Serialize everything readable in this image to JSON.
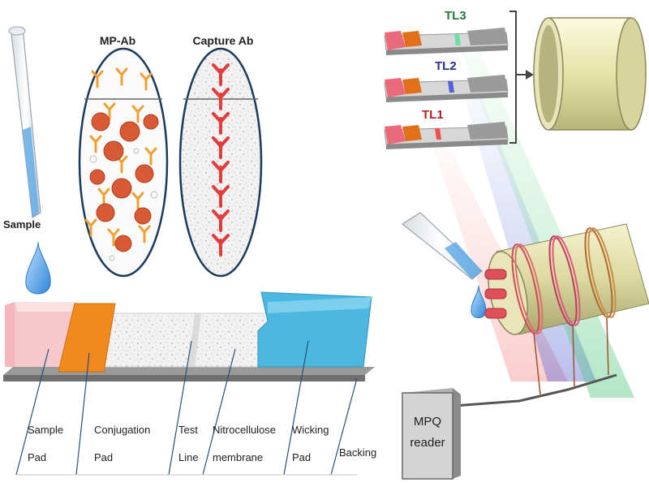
{
  "left": {
    "sample_label": "Sample",
    "circle_left_title": "MP-Ab",
    "circle_right_title": "Capture Ab",
    "parts": [
      {
        "line1": "Sample",
        "line2": "Pad"
      },
      {
        "line1": "Conjugation",
        "line2": "Pad"
      },
      {
        "line1": "Test",
        "line2": "Line"
      },
      {
        "line1": "Nitrocellulose",
        "line2": "membrane"
      },
      {
        "line1": "Wicking",
        "line2": "Pad"
      },
      {
        "line1": "Backing",
        "line2": ""
      }
    ]
  },
  "right": {
    "strips": [
      {
        "label": "TL3",
        "color": "#1f7a3a"
      },
      {
        "label": "TL2",
        "color": "#2a2f8a"
      },
      {
        "label": "TL1",
        "color": "#b01e1e"
      }
    ],
    "reader": {
      "line1": "MPQ",
      "line2": "reader"
    }
  },
  "colors": {
    "sample_pad": "#f6c8cc",
    "conjugation_pad": "#f08a1c",
    "wicking_pad": "#4cb8e0",
    "magnetic_particle": "#d85a35",
    "antibody": "#f0a030",
    "capture_ab": "#e63b3b",
    "tube": "#e4e2a6"
  }
}
